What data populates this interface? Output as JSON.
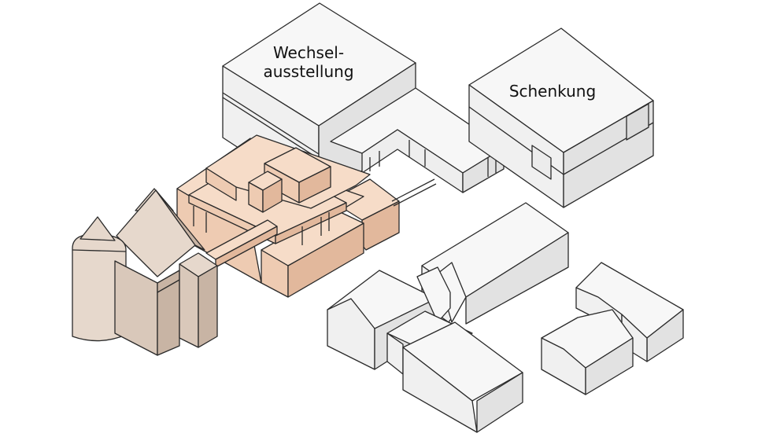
{
  "labels": {
    "wechsel_line1": "Wechsel-",
    "wechsel_line2": "ausstellung",
    "schenkung": "Schenkung"
  },
  "colors": {
    "background": "#ffffff",
    "white_top": "#f7f7f7",
    "white_left": "#f0f0f0",
    "white_right": "#e2e2e2",
    "museum_top": "#f6dcc8",
    "museum_left": "#eecbb2",
    "museum_right": "#e2b89c",
    "castle_top": "#e6d8cc",
    "castle_left": "#d9c8ba",
    "castle_right": "#c8b4a4",
    "outline": "#2a2a2a"
  }
}
